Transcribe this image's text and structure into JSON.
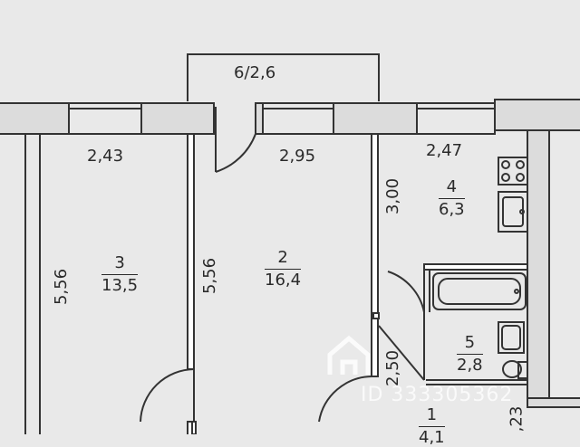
{
  "colors": {
    "paper": "#e9e9e9",
    "line": "#333333",
    "wall_fill": "#dcdcdc",
    "text": "#2a2a2a"
  },
  "labels": {
    "balcony": "6/2,6",
    "dim_243": "2,43",
    "dim_295": "2,95",
    "dim_247": "2,47",
    "dim_300": "3,00",
    "dim_556_left": "5,56",
    "dim_556_mid": "5,56",
    "dim_250": "2,50",
    "dim_123": ",23",
    "dim_bottom": "",
    "room3": {
      "num": "3",
      "area": "13,5"
    },
    "room2": {
      "num": "2",
      "area": "16,4"
    },
    "room4": {
      "num": "4",
      "area": "6,3"
    },
    "room5": {
      "num": "5",
      "area": "2,8"
    },
    "room1": {
      "num": "1",
      "area": "4,1"
    }
  },
  "watermark": {
    "text": "ID 333305362",
    "logo_icon": "house-logo-icon"
  }
}
